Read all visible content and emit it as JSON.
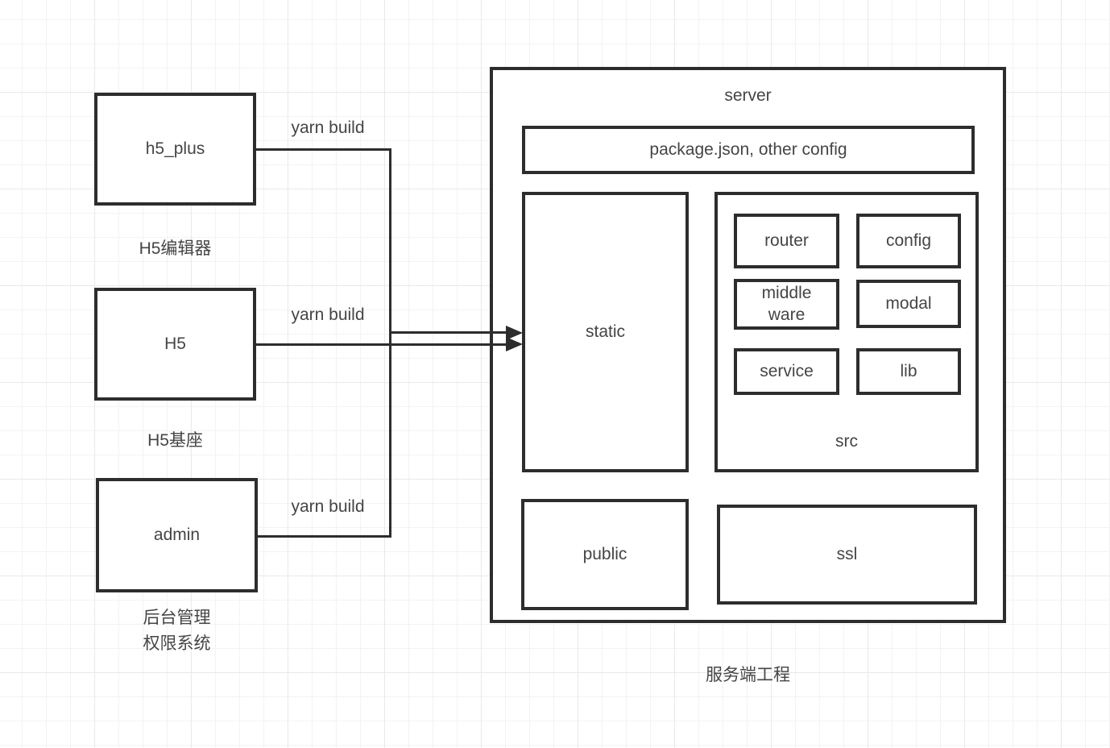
{
  "diagram": {
    "clients": [
      {
        "label": "h5_plus",
        "caption": "H5编辑器",
        "edge_label": "yarn build"
      },
      {
        "label": "H5",
        "caption": "H5基座",
        "edge_label": "yarn build"
      },
      {
        "label": "admin",
        "caption": "后台管理\n权限系统",
        "edge_label": "yarn build"
      }
    ],
    "server": {
      "title": "server",
      "config_bar_label": "package.json, other config",
      "static_label": "static",
      "src": {
        "label": "src",
        "modules": [
          "router",
          "config",
          "middle\nware",
          "modal",
          "service",
          "lib"
        ]
      },
      "public_label": "public",
      "ssl_label": "ssl",
      "caption": "服务端工程"
    },
    "colors": {
      "stroke": "#2d2d2d",
      "text": "#454545",
      "grid-minor": "#f3f3f3",
      "grid-major": "#e9e9e9"
    }
  }
}
